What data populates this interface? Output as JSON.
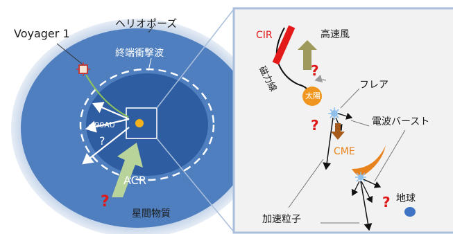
{
  "left_panel": {
    "voyager": "Voyager 1",
    "heliopause": "ヘリオポーズ",
    "termination_shock": "終端衝撃波",
    "distance": "~90AU",
    "question": "?",
    "acr": "ACR",
    "acr_question": "?",
    "interstellar_medium": "星間物質"
  },
  "right_panel": {
    "cir": "CIR",
    "fast_wind": "高速風",
    "fast_wind_question": "?",
    "magnetic_field_line": "磁力線",
    "sun": "太陽",
    "flare": "フレア",
    "radio_burst": "電波バースト",
    "sun_question": "?",
    "cme": "CME",
    "earth_question": "?",
    "earth": "地球",
    "accelerated_particles": "加速粒子"
  },
  "colors": {
    "outer_heliosphere": "#4f7fbf",
    "inner_region": "#2e5da2",
    "halo": "#c9d6e8",
    "sun": "#f0961e",
    "cme": "#e8821c",
    "cir": "#e41a1a",
    "fast_wind_arrow": "#9e9a5c",
    "acr_arrow": "#b8d49a",
    "earth": "#3f73c4",
    "voyager": "#c23b3b"
  }
}
